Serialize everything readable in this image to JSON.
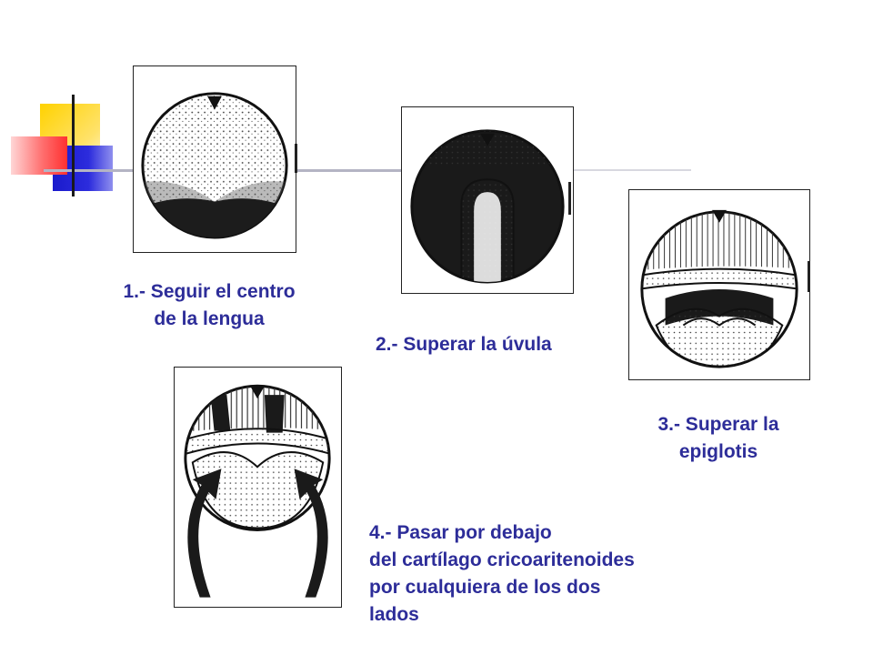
{
  "steps": [
    {
      "label_line1": "1.- Seguir el centro",
      "label_line2": "de la lengua"
    },
    {
      "label_line1": "2.- Superar la úvula"
    },
    {
      "label_line1": "3.-  Superar la",
      "label_line2": "epiglotis"
    },
    {
      "label_line1": "4.-  Pasar por debajo",
      "label_line2": "del cartílago cricoaritenoides",
      "label_line3": "por cualquiera de los dos",
      "label_line4": "lados"
    }
  ],
  "colors": {
    "caption": "#2d2d99",
    "decor_yellow": "#ffd200",
    "decor_red": "#ff3030",
    "decor_blue": "#1a1acc"
  }
}
